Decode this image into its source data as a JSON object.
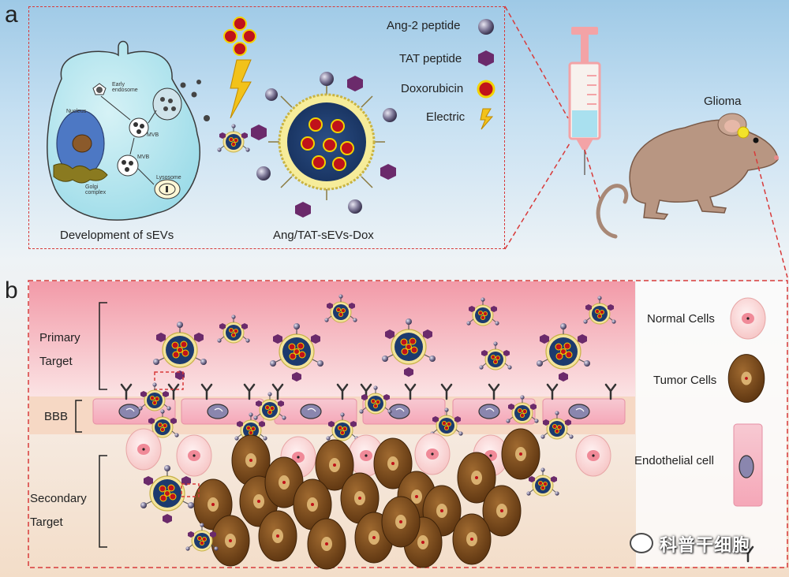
{
  "panels": {
    "a": "a",
    "b": "b"
  },
  "panel_a": {
    "caption_left": "Development of sEVs",
    "caption_center": "Ang/TAT-sEVs-Dox",
    "cell_labels": {
      "early_endosome": "Early\nendosome",
      "nucleus": "Nucleus",
      "mvb1": "MVB",
      "mvb2": "MVB",
      "lysosome": "Lysosome",
      "golgi": "Golgi\ncomplex"
    },
    "legend": [
      {
        "label": "Ang-2 peptide",
        "icon": "ang2-sphere-icon"
      },
      {
        "label": "TAT peptide",
        "icon": "tat-hexagon-icon"
      },
      {
        "label": "Doxorubicin",
        "icon": "doxorubicin-circle-icon"
      },
      {
        "label": "Electric",
        "icon": "lightning-icon"
      }
    ],
    "mouse_label": "Glioma"
  },
  "panel_b": {
    "primary_target": "Primary\nTarget",
    "bbb": "BBB",
    "secondary_target": "Secondary\nTarget",
    "legend": [
      {
        "label": "Normal Cells"
      },
      {
        "label": "Tumor Cells"
      },
      {
        "label": "Endothelial cell"
      }
    ]
  },
  "watermark": "科普干细胞",
  "colors": {
    "dashed_border": "#d83a3a",
    "tumor_cell": "#7a4a1c",
    "normal_cell": "#f6c8c8",
    "doxorubicin": "#c0121a",
    "tat": "#6b2a6b",
    "ang2": "#6f6a86",
    "primary_bg": "#f4aeb8"
  }
}
